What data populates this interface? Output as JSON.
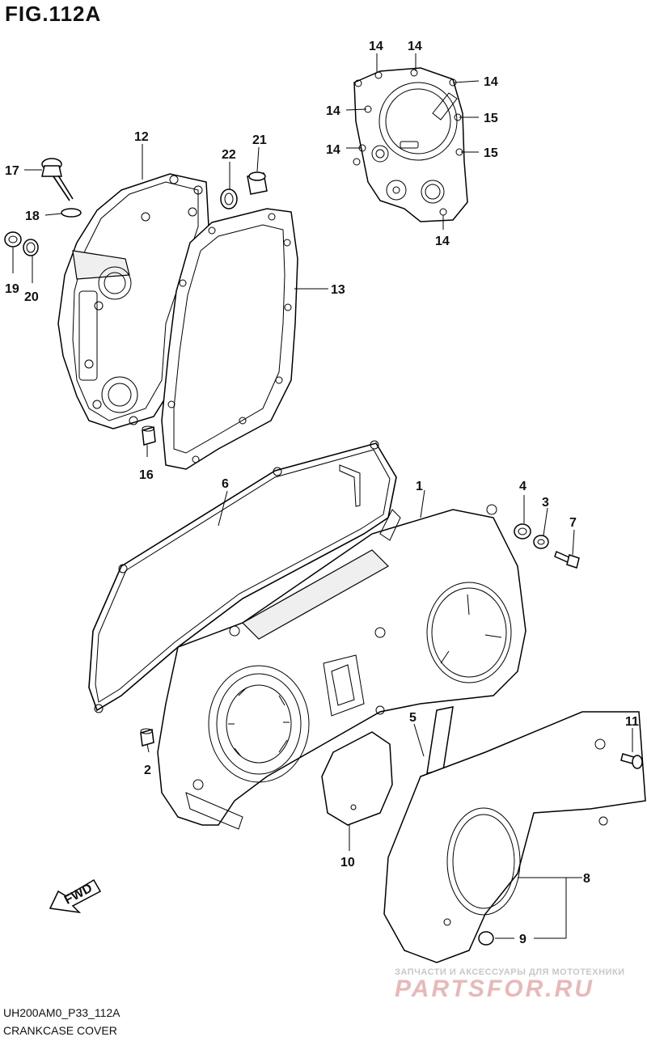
{
  "figure": {
    "title": "FIG.112A",
    "code": "UH200AM0_P33_112A",
    "caption": "CRANKCASE COVER",
    "fwd": "FWD"
  },
  "callouts": {
    "c1": "1",
    "c2": "2",
    "c3": "3",
    "c4": "4",
    "c5": "5",
    "c6": "6",
    "c7": "7",
    "c8": "8",
    "c9": "9",
    "c10": "10",
    "c11": "11",
    "c12": "12",
    "c13": "13",
    "c14a": "14",
    "c14b": "14",
    "c14c": "14",
    "c14d": "14",
    "c14e": "14",
    "c14f": "14",
    "c15a": "15",
    "c15b": "15",
    "c16": "16",
    "c17": "17",
    "c18": "18",
    "c19": "19",
    "c20": "20",
    "c21": "21",
    "c22": "22"
  },
  "watermark": {
    "tagline": "ЗАПЧАСТИ И АКСЕССУАРЫ ДЛЯ МОТОТЕХНИКИ",
    "logo": "PARTSFOR.RU"
  }
}
